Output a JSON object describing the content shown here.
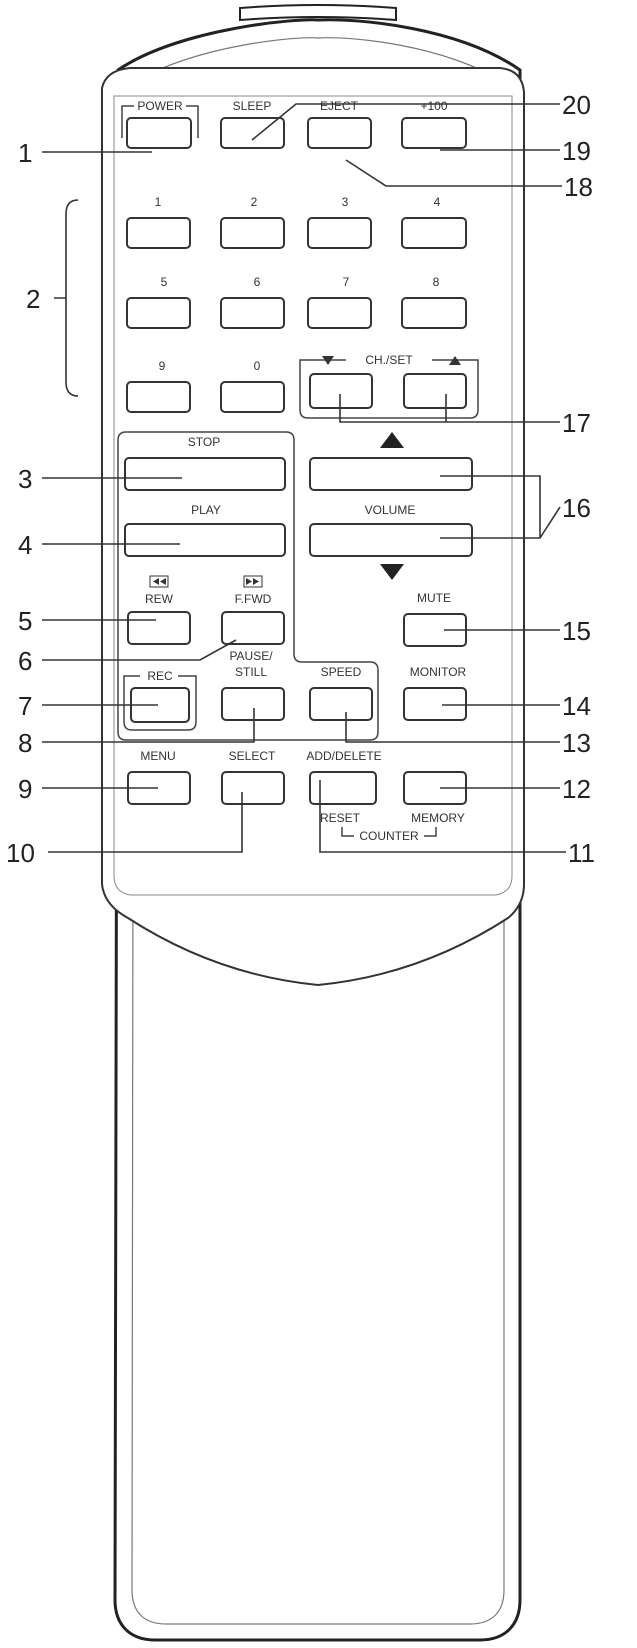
{
  "labels": {
    "power": "POWER",
    "sleep": "SLEEP",
    "eject": "EJECT",
    "plus100": "+100",
    "num1": "1",
    "num2": "2",
    "num3": "3",
    "num4": "4",
    "num5": "5",
    "num6": "6",
    "num7": "7",
    "num8": "8",
    "num9": "9",
    "num0": "0",
    "ch_set": "CH./SET",
    "stop": "STOP",
    "play": "PLAY",
    "volume": "VOLUME",
    "rew": "REW",
    "ffwd": "F.FWD",
    "mute": "MUTE",
    "rec": "REC",
    "pause": "PAUSE/",
    "still": "STILL",
    "speed": "SPEED",
    "monitor": "MONITOR",
    "menu": "MENU",
    "select": "SELECT",
    "add_delete": "ADD/DELETE",
    "reset": "RESET",
    "memory": "MEMORY",
    "counter": "COUNTER"
  },
  "callouts": {
    "n1": "1",
    "n2": "2",
    "n3": "3",
    "n4": "4",
    "n5": "5",
    "n6": "6",
    "n7": "7",
    "n8": "8",
    "n9": "9",
    "n10": "10",
    "n11": "11",
    "n12": "12",
    "n13": "13",
    "n14": "14",
    "n15": "15",
    "n16": "16",
    "n17": "17",
    "n18": "18",
    "n19": "19",
    "n20": "20"
  }
}
